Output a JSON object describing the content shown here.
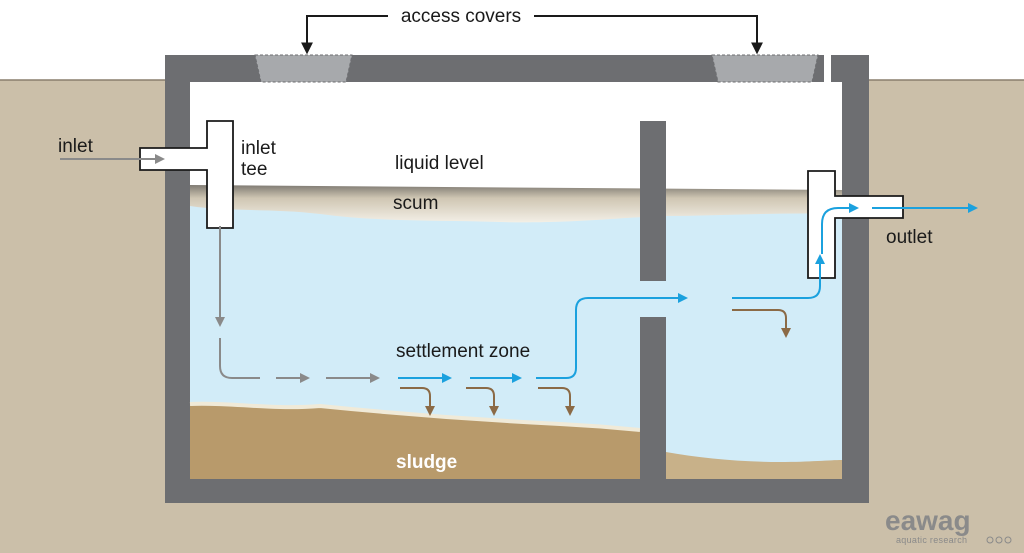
{
  "labels": {
    "access_covers": "access covers",
    "inlet": "inlet",
    "inlet_tee_1": "inlet",
    "inlet_tee_2": "tee",
    "liquid_level": "liquid level",
    "scum": "scum",
    "outlet": "outlet",
    "settlement_zone": "settlement zone",
    "sludge": "sludge"
  },
  "logo": {
    "name": "eawag",
    "tagline": "aquatic research"
  },
  "colors": {
    "soil": "#cbbfa9",
    "tank_wall": "#6d6e71",
    "cover": "#a7a9ac",
    "water": "#d2ecf8",
    "scum": "#e8e0cd",
    "sludge": "#b89a6b",
    "flow_clean": "#1ba1de",
    "flow_raw": "#8a8a8a",
    "flow_settle": "#8b6a46"
  }
}
